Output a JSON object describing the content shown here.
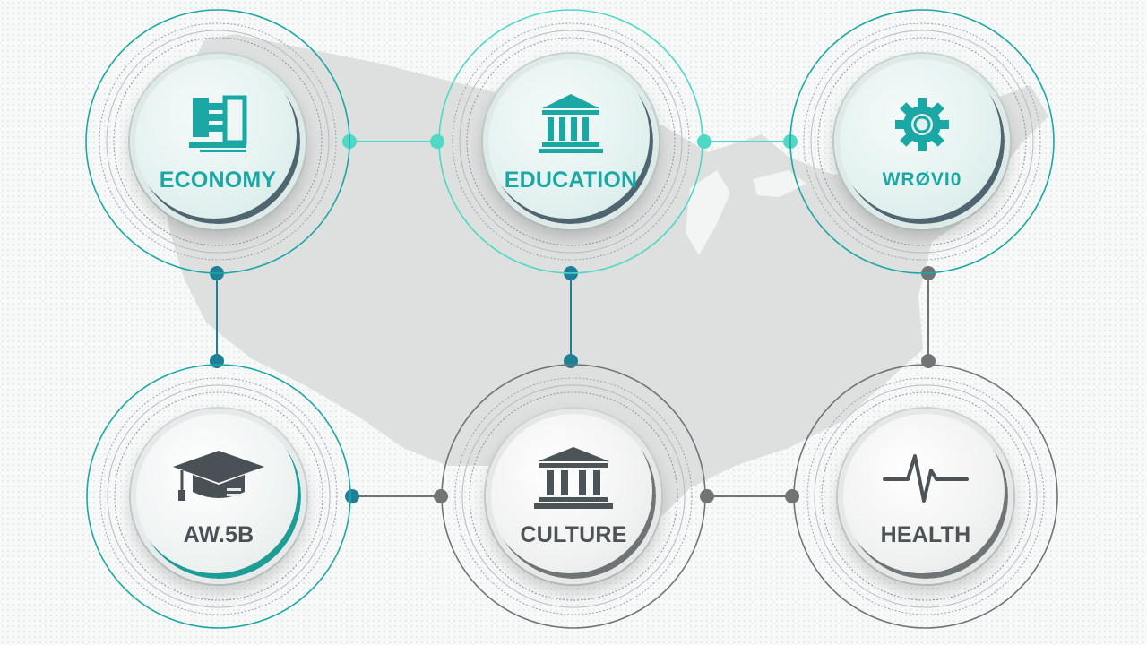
{
  "nodes": [
    {
      "label": "ECONOMY",
      "icon": "stacked-books-icon",
      "style": "teal"
    },
    {
      "label": "EDUCATION",
      "icon": "classical-building-icon",
      "style": "teal"
    },
    {
      "label": "WRØVI0",
      "icon": "gear-icon",
      "style": "teal"
    },
    {
      "label": "AW.5B",
      "icon": "graduation-cap-icon",
      "style": "mixed"
    },
    {
      "label": "CULTURE",
      "icon": "classical-building-icon",
      "style": "gray"
    },
    {
      "label": "HEALTH",
      "icon": "heartbeat-icon",
      "style": "gray"
    }
  ],
  "colors": {
    "teal": "#1ba7a3",
    "teal_connector": "#4fd8c6",
    "blue_connector": "#1f7f96",
    "gray": "#6f7477",
    "map_fill": "#dedfdf"
  },
  "background_map": "usa-silhouette"
}
